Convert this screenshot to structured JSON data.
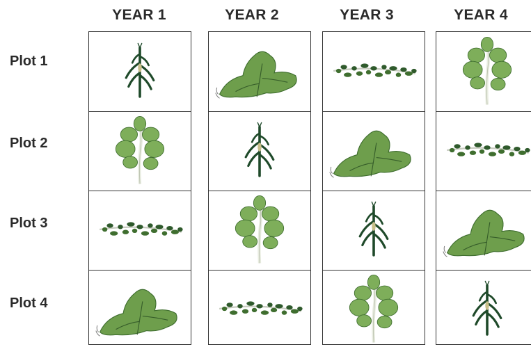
{
  "columns": [
    {
      "label": "YEAR 1"
    },
    {
      "label": "YEAR 2"
    },
    {
      "label": "YEAR 3"
    },
    {
      "label": "YEAR 4"
    }
  ],
  "rows": [
    {
      "label": "Plot 1",
      "crops": [
        "corn",
        "squash",
        "peanut",
        "bean"
      ]
    },
    {
      "label": "Plot 2",
      "crops": [
        "bean",
        "corn",
        "squash",
        "peanut"
      ]
    },
    {
      "label": "Plot 3",
      "crops": [
        "peanut",
        "bean",
        "corn",
        "squash"
      ]
    },
    {
      "label": "Plot 4",
      "crops": [
        "squash",
        "peanut",
        "bean",
        "corn"
      ]
    }
  ],
  "colors": {
    "corn": "#1f4a2a",
    "leaf_light": "#7eae5a",
    "leaf_dark": "#3f6e2f",
    "stem": "#e8ece0",
    "squash": "#6e9e4c",
    "peanut": "#2f5a2c",
    "border": "#333333",
    "text": "#2a2a2a"
  }
}
